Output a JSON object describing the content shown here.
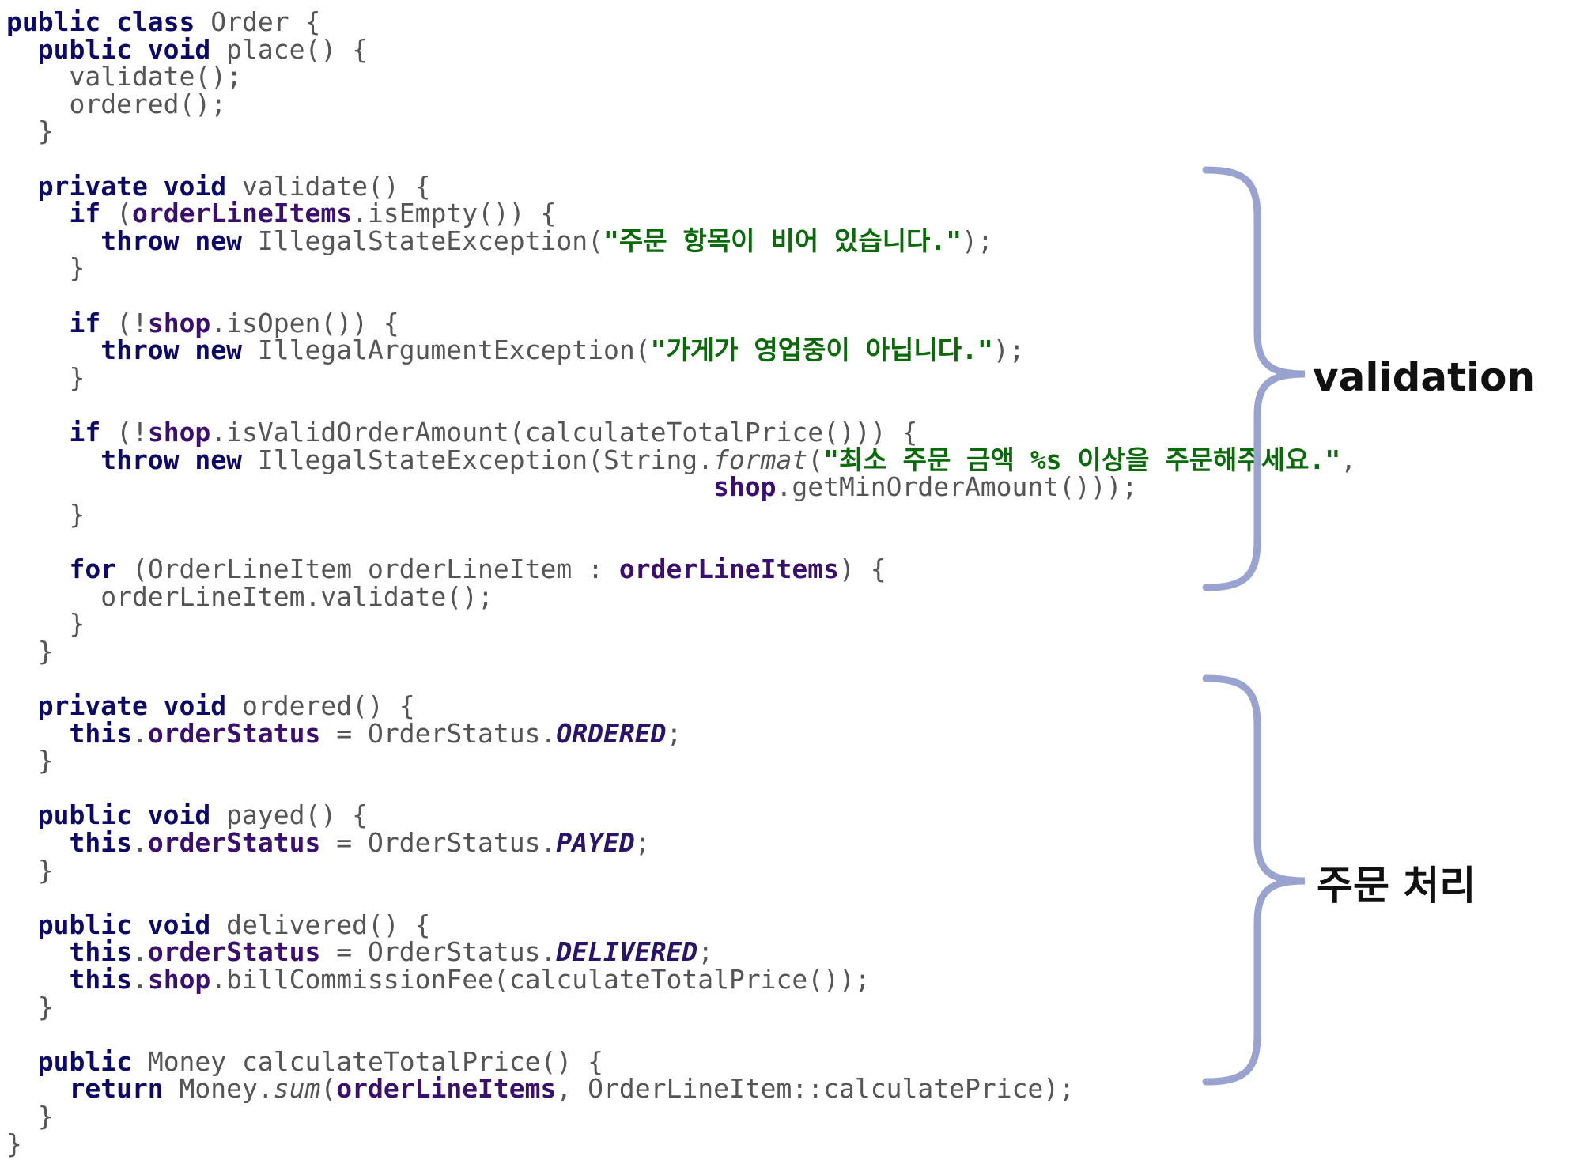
{
  "code_lines": [
    [
      {
        "t": "public class",
        "c": "kw"
      },
      {
        "t": " Order {",
        "c": "plain"
      }
    ],
    [
      {
        "t": "  public void",
        "c": "kw"
      },
      {
        "t": " place() {",
        "c": "plain"
      }
    ],
    [
      {
        "t": "    validate();",
        "c": "plain"
      }
    ],
    [
      {
        "t": "    ordered();",
        "c": "plain"
      }
    ],
    [
      {
        "t": "  }",
        "c": "plain"
      }
    ],
    [],
    [
      {
        "t": "  private void",
        "c": "kw"
      },
      {
        "t": " validate() {",
        "c": "plain"
      }
    ],
    [
      {
        "t": "    if",
        "c": "kw"
      },
      {
        "t": " (",
        "c": "plain"
      },
      {
        "t": "orderLineItems",
        "c": "field"
      },
      {
        "t": ".isEmpty()) {",
        "c": "plain"
      }
    ],
    [
      {
        "t": "      throw new",
        "c": "kw"
      },
      {
        "t": " IllegalStateException(",
        "c": "plain"
      },
      {
        "t": "\"주문 항목이 비어 있습니다.\"",
        "c": "str"
      },
      {
        "t": ");",
        "c": "plain"
      }
    ],
    [
      {
        "t": "    }",
        "c": "plain"
      }
    ],
    [],
    [
      {
        "t": "    if",
        "c": "kw"
      },
      {
        "t": " (!",
        "c": "plain"
      },
      {
        "t": "shop",
        "c": "field"
      },
      {
        "t": ".isOpen()) {",
        "c": "plain"
      }
    ],
    [
      {
        "t": "      throw new",
        "c": "kw"
      },
      {
        "t": " IllegalArgumentException(",
        "c": "plain"
      },
      {
        "t": "\"가게가 영업중이 아닙니다.\"",
        "c": "str"
      },
      {
        "t": ");",
        "c": "plain"
      }
    ],
    [
      {
        "t": "    }",
        "c": "plain"
      }
    ],
    [],
    [
      {
        "t": "    if",
        "c": "kw"
      },
      {
        "t": " (!",
        "c": "plain"
      },
      {
        "t": "shop",
        "c": "field"
      },
      {
        "t": ".isValidOrderAmount(calculateTotalPrice())) {",
        "c": "plain"
      }
    ],
    [
      {
        "t": "      throw new",
        "c": "kw"
      },
      {
        "t": " IllegalStateException(String.",
        "c": "plain"
      },
      {
        "t": "format",
        "c": "italic"
      },
      {
        "t": "(",
        "c": "plain"
      },
      {
        "t": "\"최소 주문 금액 %s 이상을 주문해주세요.\"",
        "c": "str"
      },
      {
        "t": ",",
        "c": "plain"
      }
    ],
    [
      {
        "t": "                                             ",
        "c": "plain"
      },
      {
        "t": "shop",
        "c": "field"
      },
      {
        "t": ".getMinOrderAmount()));",
        "c": "plain"
      }
    ],
    [
      {
        "t": "    }",
        "c": "plain"
      }
    ],
    [],
    [
      {
        "t": "    for",
        "c": "kw"
      },
      {
        "t": " (OrderLineItem orderLineItem : ",
        "c": "plain"
      },
      {
        "t": "orderLineItems",
        "c": "field"
      },
      {
        "t": ") {",
        "c": "plain"
      }
    ],
    [
      {
        "t": "      orderLineItem.validate();",
        "c": "plain"
      }
    ],
    [
      {
        "t": "    }",
        "c": "plain"
      }
    ],
    [
      {
        "t": "  }",
        "c": "plain"
      }
    ],
    [],
    [
      {
        "t": "  private void",
        "c": "kw"
      },
      {
        "t": " ordered() {",
        "c": "plain"
      }
    ],
    [
      {
        "t": "    this",
        "c": "kw"
      },
      {
        "t": ".",
        "c": "plain"
      },
      {
        "t": "orderStatus",
        "c": "field"
      },
      {
        "t": " = OrderStatus.",
        "c": "plain"
      },
      {
        "t": "ORDERED",
        "c": "const"
      },
      {
        "t": ";",
        "c": "plain"
      }
    ],
    [
      {
        "t": "  }",
        "c": "plain"
      }
    ],
    [],
    [
      {
        "t": "  public void",
        "c": "kw"
      },
      {
        "t": " payed() {",
        "c": "plain"
      }
    ],
    [
      {
        "t": "    this",
        "c": "kw"
      },
      {
        "t": ".",
        "c": "plain"
      },
      {
        "t": "orderStatus",
        "c": "field"
      },
      {
        "t": " = OrderStatus.",
        "c": "plain"
      },
      {
        "t": "PAYED",
        "c": "const"
      },
      {
        "t": ";",
        "c": "plain"
      }
    ],
    [
      {
        "t": "  }",
        "c": "plain"
      }
    ],
    [],
    [
      {
        "t": "  public void",
        "c": "kw"
      },
      {
        "t": " delivered() {",
        "c": "plain"
      }
    ],
    [
      {
        "t": "    this",
        "c": "kw"
      },
      {
        "t": ".",
        "c": "plain"
      },
      {
        "t": "orderStatus",
        "c": "field"
      },
      {
        "t": " = OrderStatus.",
        "c": "plain"
      },
      {
        "t": "DELIVERED",
        "c": "const"
      },
      {
        "t": ";",
        "c": "plain"
      }
    ],
    [
      {
        "t": "    this",
        "c": "kw"
      },
      {
        "t": ".",
        "c": "plain"
      },
      {
        "t": "shop",
        "c": "field"
      },
      {
        "t": ".billCommissionFee(calculateTotalPrice());",
        "c": "plain"
      }
    ],
    [
      {
        "t": "  }",
        "c": "plain"
      }
    ],
    [],
    [
      {
        "t": "  public",
        "c": "kw"
      },
      {
        "t": " Money calculateTotalPrice() {",
        "c": "plain"
      }
    ],
    [
      {
        "t": "    return",
        "c": "kw"
      },
      {
        "t": " Money.",
        "c": "plain"
      },
      {
        "t": "sum",
        "c": "italic"
      },
      {
        "t": "(",
        "c": "plain"
      },
      {
        "t": "orderLineItems",
        "c": "field"
      },
      {
        "t": ", OrderLineItem::calculatePrice);",
        "c": "plain"
      }
    ],
    [
      {
        "t": "  }",
        "c": "plain"
      }
    ],
    [
      {
        "t": "}",
        "c": "plain"
      }
    ]
  ],
  "annotations": {
    "validation_label": "validation",
    "order_processing_label": "주문 처리"
  },
  "colors": {
    "keyword": "#0d0a66",
    "field": "#3a0f6e",
    "string": "#0a6a0a",
    "brace": "#9aa3cf"
  }
}
